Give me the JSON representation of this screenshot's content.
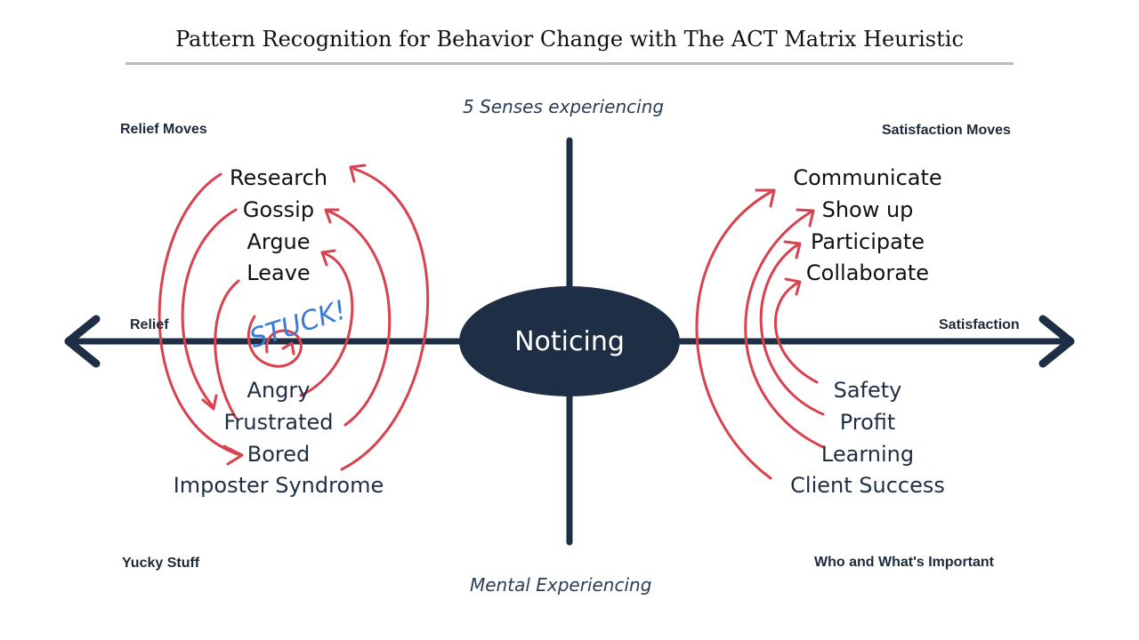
{
  "title": "Pattern Recognition for Behavior Change with The ACT Matrix Heuristic",
  "axis": {
    "top": "5 Senses experiencing",
    "bottom": "Mental Experiencing",
    "left": "Relief",
    "right": "Satisfaction",
    "center": "Noticing"
  },
  "corners": {
    "top_left": "Relief Moves",
    "top_right": "Satisfaction Moves",
    "bottom_left": "Yucky Stuff",
    "bottom_right": "Who and What's Important"
  },
  "relief_moves": [
    "Research",
    "Gossip",
    "Argue",
    "Leave"
  ],
  "yucky_stuff": [
    "Angry",
    "Frustrated",
    "Bored",
    "Imposter Syndrome"
  ],
  "satisfaction_moves": [
    "Communicate",
    "Show up",
    "Participate",
    "Collaborate"
  ],
  "important": [
    "Safety",
    "Profit",
    "Learning",
    "Client Success"
  ],
  "annotation": "STUCK!",
  "colors": {
    "axis": "#1e2f45",
    "arrows": "#d9414f",
    "annotation": "#3a7bd5",
    "rule": "#bdbdbd"
  }
}
